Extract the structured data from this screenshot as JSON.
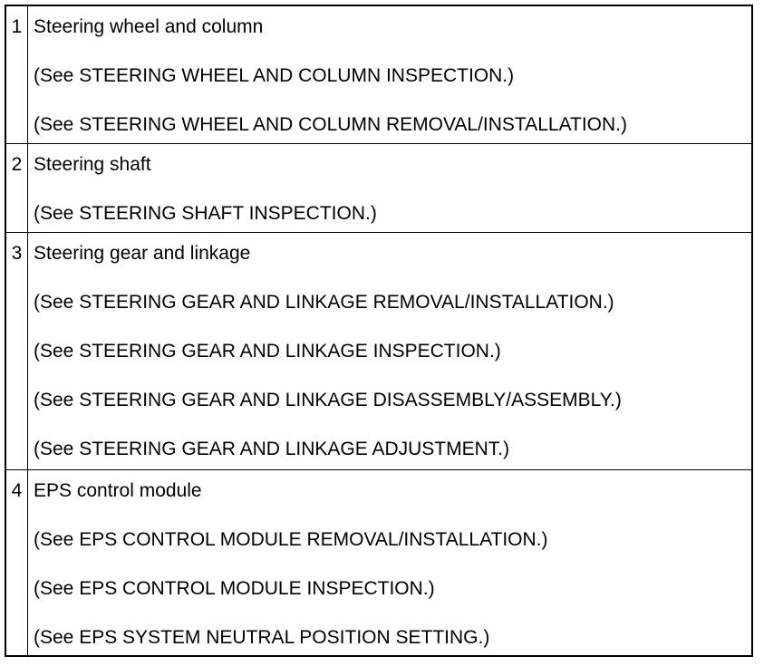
{
  "rows": [
    {
      "number": "1",
      "title": "Steering wheel and column",
      "refs": [
        "(See STEERING WHEEL AND COLUMN INSPECTION.)",
        "(See STEERING WHEEL AND COLUMN REMOVAL/INSTALLATION.)"
      ]
    },
    {
      "number": "2",
      "title": "Steering shaft",
      "refs": [
        "(See STEERING SHAFT INSPECTION.)"
      ]
    },
    {
      "number": "3",
      "title": "Steering gear and linkage",
      "refs": [
        "(See STEERING GEAR AND LINKAGE REMOVAL/INSTALLATION.)",
        "(See STEERING GEAR AND LINKAGE INSPECTION.)",
        "(See STEERING GEAR AND LINKAGE DISASSEMBLY/ASSEMBLY.)",
        "(See STEERING GEAR AND LINKAGE ADJUSTMENT.)"
      ]
    },
    {
      "number": "4",
      "title": "EPS control module",
      "refs": [
        "(See EPS CONTROL MODULE REMOVAL/INSTALLATION.)",
        "(See EPS CONTROL MODULE INSPECTION.)",
        "(See EPS SYSTEM NEUTRAL POSITION SETTING.)"
      ]
    }
  ]
}
